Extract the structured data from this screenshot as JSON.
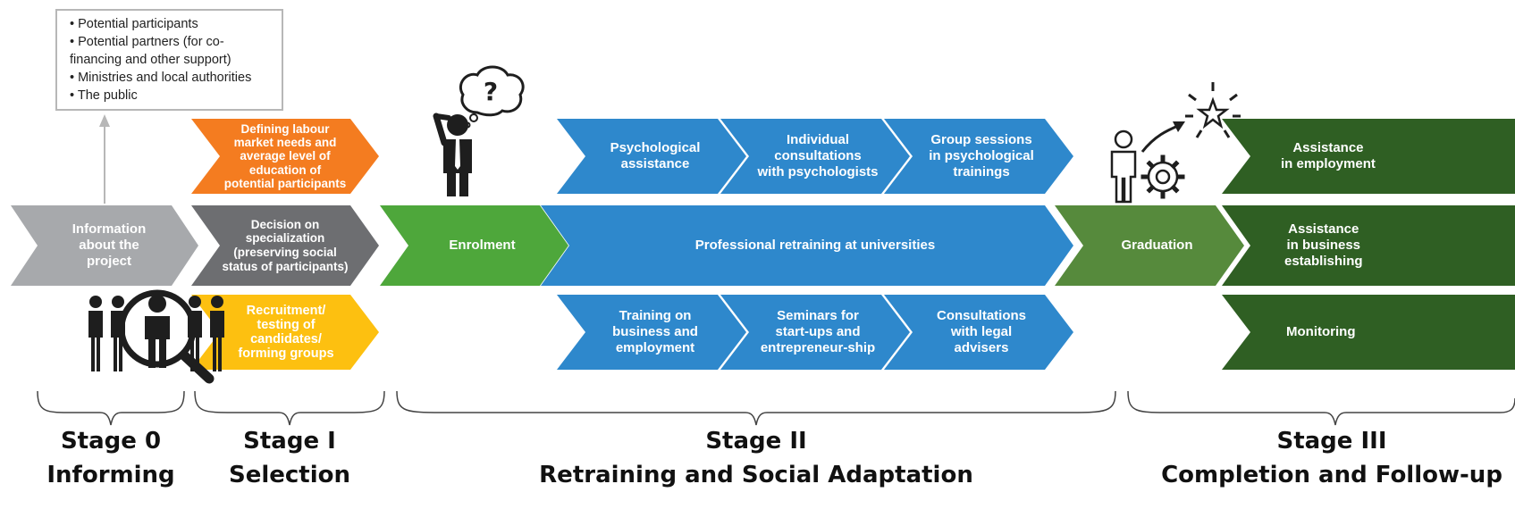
{
  "audience": {
    "lines": [
      "• Potential participants",
      "• Potential partners (for co-",
      "financing and other support)",
      "• Ministries and local authorities",
      "• The public"
    ]
  },
  "stage0": {
    "info": [
      "Information",
      "about the",
      "project"
    ]
  },
  "stage1": {
    "defining": [
      "Defining labour",
      "market needs and",
      "average level of",
      "education of",
      "potential participants"
    ],
    "decision": [
      "Decision on",
      "specialization",
      "(preserving social",
      "status of participants)"
    ],
    "recruitment": [
      "Recruitment/",
      "testing of",
      "candidates/",
      "forming groups"
    ]
  },
  "stage2": {
    "enrolment": "Enrolment",
    "psych": [
      "Psychological",
      "assistance"
    ],
    "individual": [
      "Individual",
      "consultations",
      "with psychologists"
    ],
    "group": [
      "Group sessions",
      "in psychological",
      "trainings"
    ],
    "retraining": "Professional retraining at universities",
    "training": [
      "Training on",
      "business and",
      "employment"
    ],
    "seminars": [
      "Seminars for",
      "start-ups and",
      "entrepreneur-ship"
    ],
    "legal": [
      "Consultations",
      "with legal",
      "advisers"
    ]
  },
  "stage3": {
    "graduation": "Graduation",
    "employment": [
      "Assistance",
      "in employment"
    ],
    "business": [
      "Assistance",
      "in business",
      "establishing"
    ],
    "monitoring": "Monitoring"
  },
  "stages": [
    {
      "line1": "Stage 0",
      "line2": "Informing"
    },
    {
      "line1": "Stage I",
      "line2": "Selection"
    },
    {
      "line1": "Stage II",
      "line2": "Retraining and Social Adaptation"
    },
    {
      "line1": "Stage III",
      "line2": "Completion and Follow-up"
    }
  ],
  "icons": {
    "question_mark": "?"
  },
  "colors": {
    "grey": "#a7a9ac",
    "dark_grey": "#6d6e71",
    "orange": "#f47c20",
    "yellow": "#fdc010",
    "green": "#4ea73b",
    "blue": "#2e88cc",
    "olive_green": "#568a3c",
    "dark_green": "#2f5f23"
  }
}
